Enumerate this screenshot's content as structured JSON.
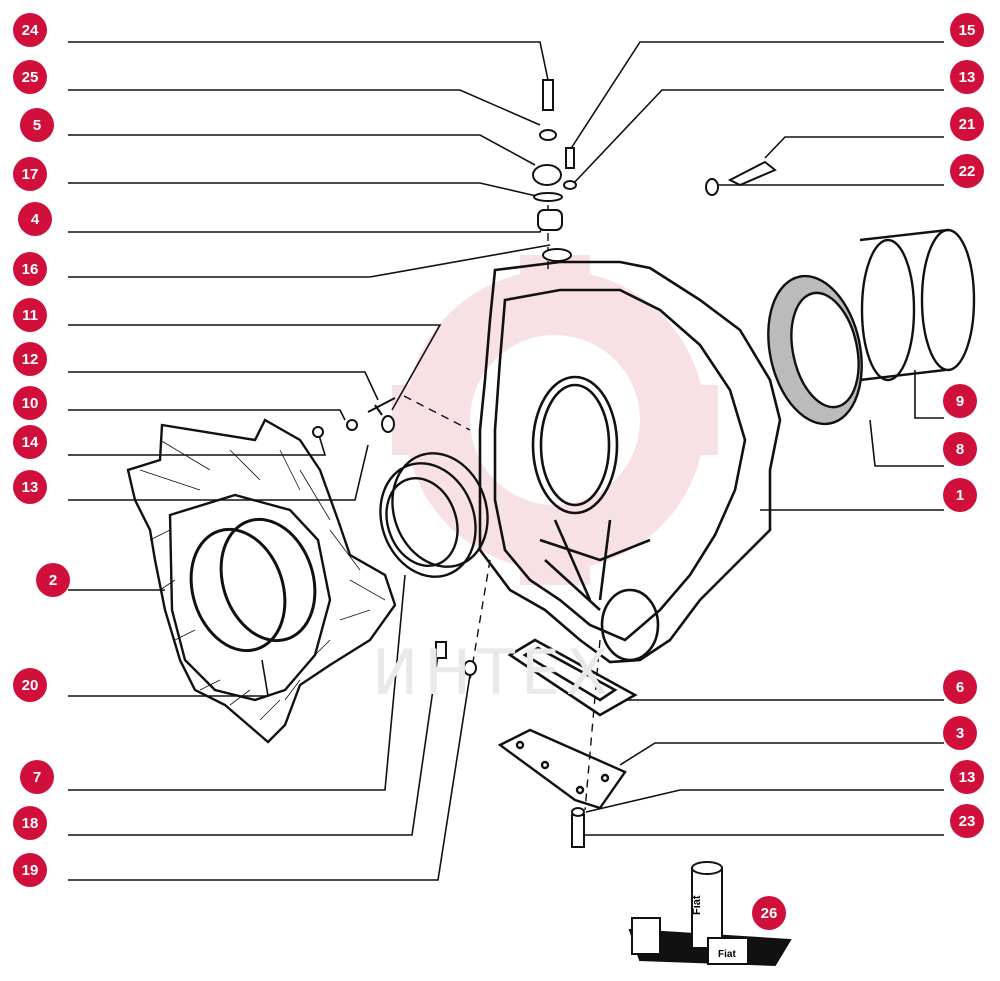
{
  "watermark": "ИНТЕХ",
  "callouts": [
    {
      "label": "24",
      "side": "left"
    },
    {
      "label": "25",
      "side": "left"
    },
    {
      "label": "5",
      "side": "left"
    },
    {
      "label": "17",
      "side": "left"
    },
    {
      "label": "4",
      "side": "left"
    },
    {
      "label": "16",
      "side": "left"
    },
    {
      "label": "11",
      "side": "left"
    },
    {
      "label": "12",
      "side": "left"
    },
    {
      "label": "10",
      "side": "left"
    },
    {
      "label": "14",
      "side": "left"
    },
    {
      "label": "13",
      "side": "left"
    },
    {
      "label": "2",
      "side": "left"
    },
    {
      "label": "20",
      "side": "left"
    },
    {
      "label": "7",
      "side": "left"
    },
    {
      "label": "18",
      "side": "left"
    },
    {
      "label": "19",
      "side": "left"
    },
    {
      "label": "15",
      "side": "right"
    },
    {
      "label": "13",
      "side": "right"
    },
    {
      "label": "21",
      "side": "right"
    },
    {
      "label": "22",
      "side": "right"
    },
    {
      "label": "9",
      "side": "right"
    },
    {
      "label": "8",
      "side": "right"
    },
    {
      "label": "1",
      "side": "right"
    },
    {
      "label": "6",
      "side": "right"
    },
    {
      "label": "3",
      "side": "right"
    },
    {
      "label": "13",
      "side": "right"
    },
    {
      "label": "23",
      "side": "right"
    },
    {
      "label": "26",
      "side": "inline"
    }
  ],
  "product_label": "Fiat",
  "colors": {
    "callout": "#d0103a",
    "line": "#111111",
    "watermark": "#f3c9cf"
  }
}
